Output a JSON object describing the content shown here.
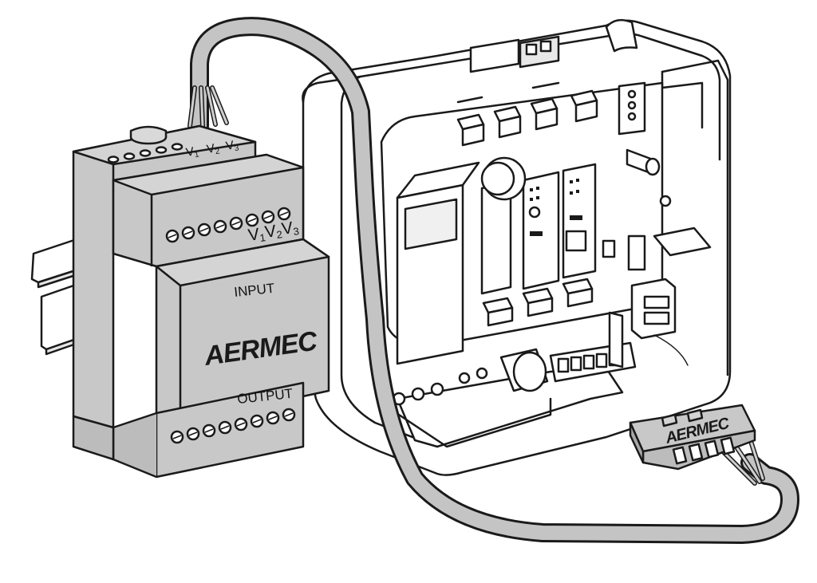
{
  "module": {
    "brand": "AERMEC",
    "input_label": "INPUT",
    "output_label": "OUTPUT",
    "front_terminals": {
      "v1": "V",
      "v1_sub": "1",
      "v2": "V",
      "v2_sub": "2",
      "v3": "V",
      "v3_sub": "3"
    },
    "top_terminals": {
      "v1": "V",
      "v1_sub": "1",
      "v2": "V",
      "v2_sub": "2",
      "v3": "V",
      "v3_sub": "3"
    }
  },
  "connector": {
    "brand": "AERMEC"
  },
  "colors": {
    "module_grey": "#c8c8c8",
    "cable_grey": "#c4c4c4",
    "outline": "#1a1a1a",
    "board_white": "#ffffff"
  }
}
